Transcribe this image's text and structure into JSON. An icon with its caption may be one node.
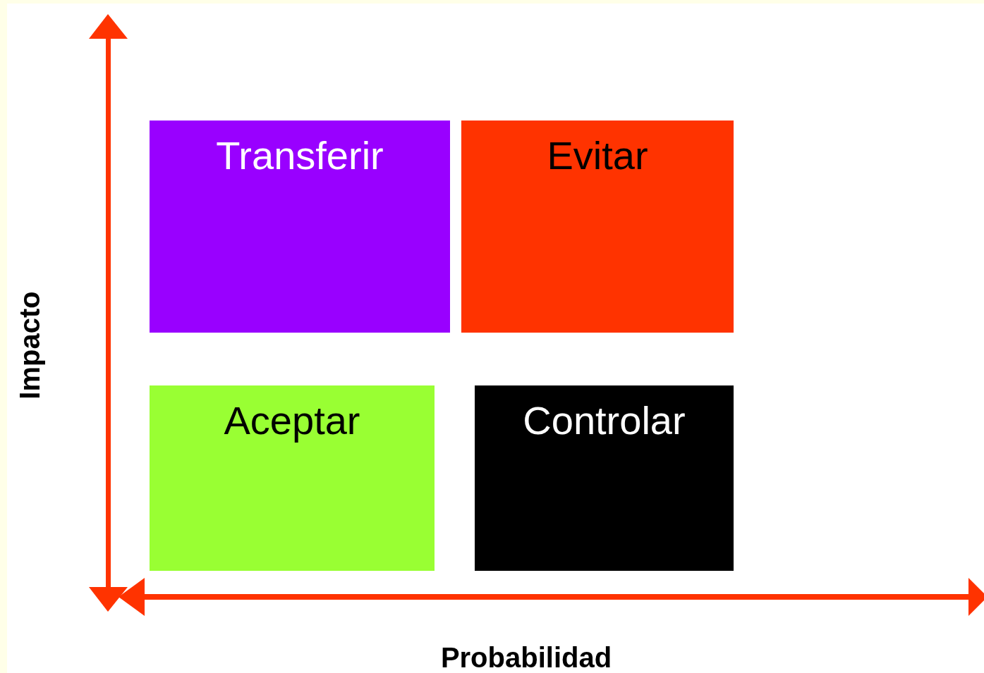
{
  "diagram": {
    "nodes": [
      {
        "text": [
          "Transferir"
        ]
      },
      {
        "text": [
          "Evitar"
        ]
      },
      {
        "text": [
          "Aceptar"
        ]
      },
      {
        "text": [
          "Controlar"
        ]
      }
    ],
    "labels": [
      "Impacto",
      "Probabilidad"
    ]
  }
}
